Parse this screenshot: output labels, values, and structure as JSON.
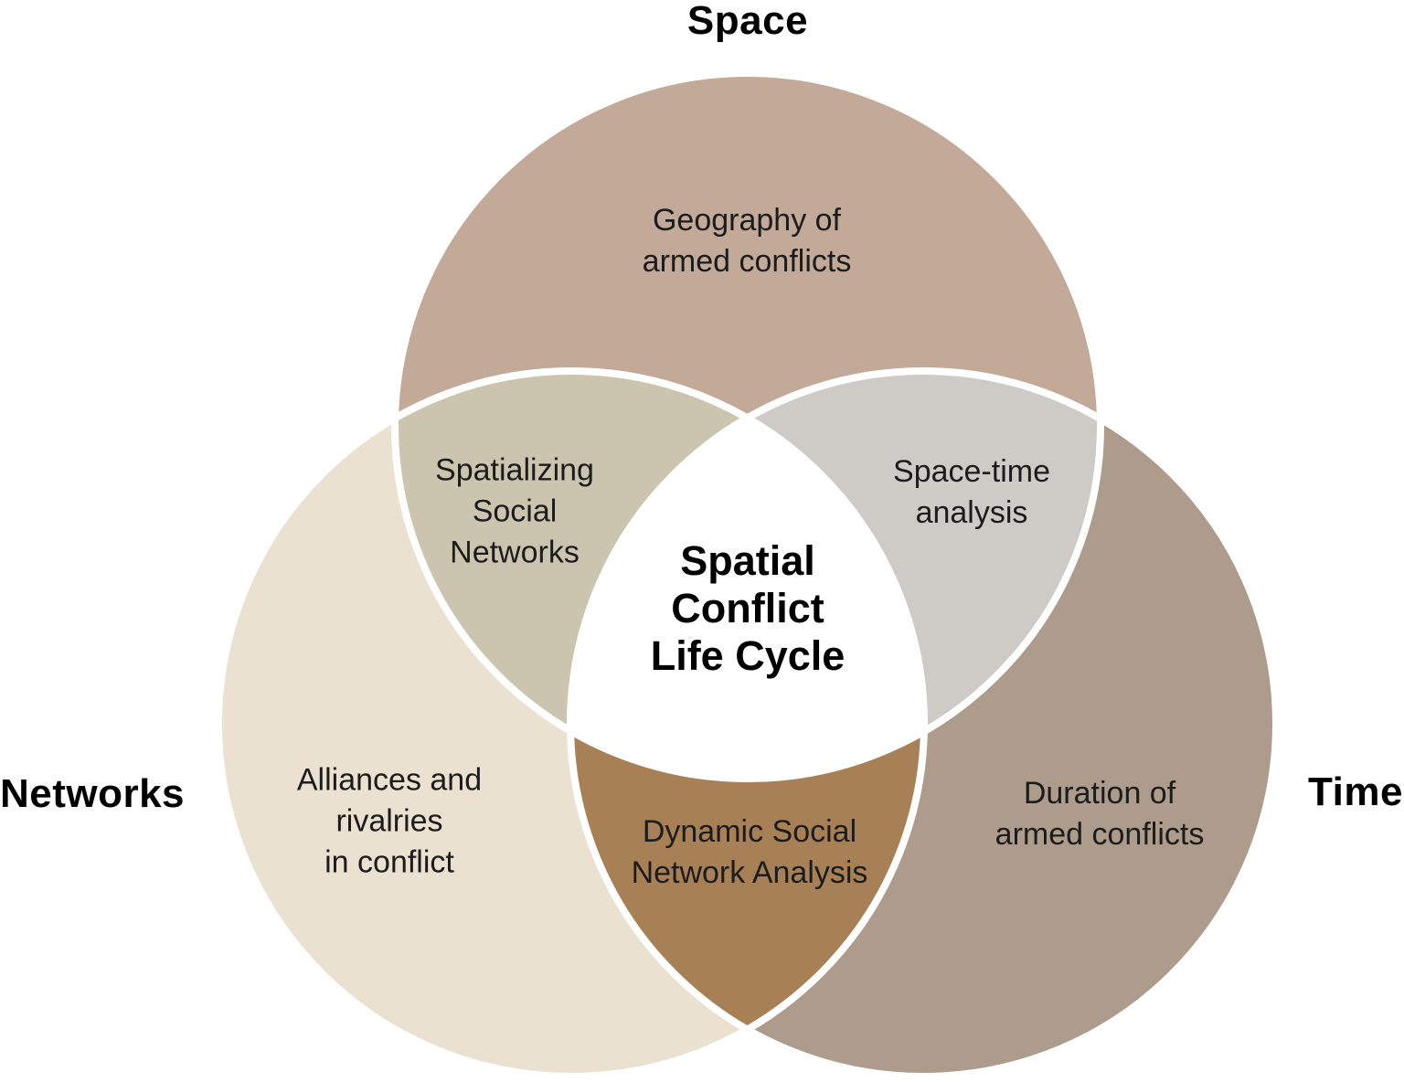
{
  "diagram": {
    "type": "venn-3",
    "center_label": "Spatial\nConflict\nLife Cycle",
    "background_color": "#ffffff",
    "divider_color": "#ffffff",
    "text_color": "#1c1c1c",
    "sets": [
      {
        "name": "Space",
        "region_label": "Geography of\narmed conflicts",
        "color": "#c2a998"
      },
      {
        "name": "Networks",
        "region_label": "Alliances and\nrivalries\nin conflict",
        "color": "#eae1d1"
      },
      {
        "name": "Time",
        "region_label": "Duration of\narmed conflicts",
        "color": "#ad9c8b"
      }
    ],
    "intersections": [
      {
        "between": "Space and Networks",
        "label": "Spatializing\nSocial\nNetworks",
        "color": "#cbc5af"
      },
      {
        "between": "Space and Time",
        "label": "Space-time\nanalysis",
        "color": "#cecac5"
      },
      {
        "between": "Networks and Time",
        "label": "Dynamic Social\nNetwork Analysis",
        "color": "#a88056"
      },
      {
        "between": "Space, Networks and Time",
        "label": "Spatial\nConflict\nLife Cycle",
        "color": "#ffffff"
      }
    ]
  }
}
